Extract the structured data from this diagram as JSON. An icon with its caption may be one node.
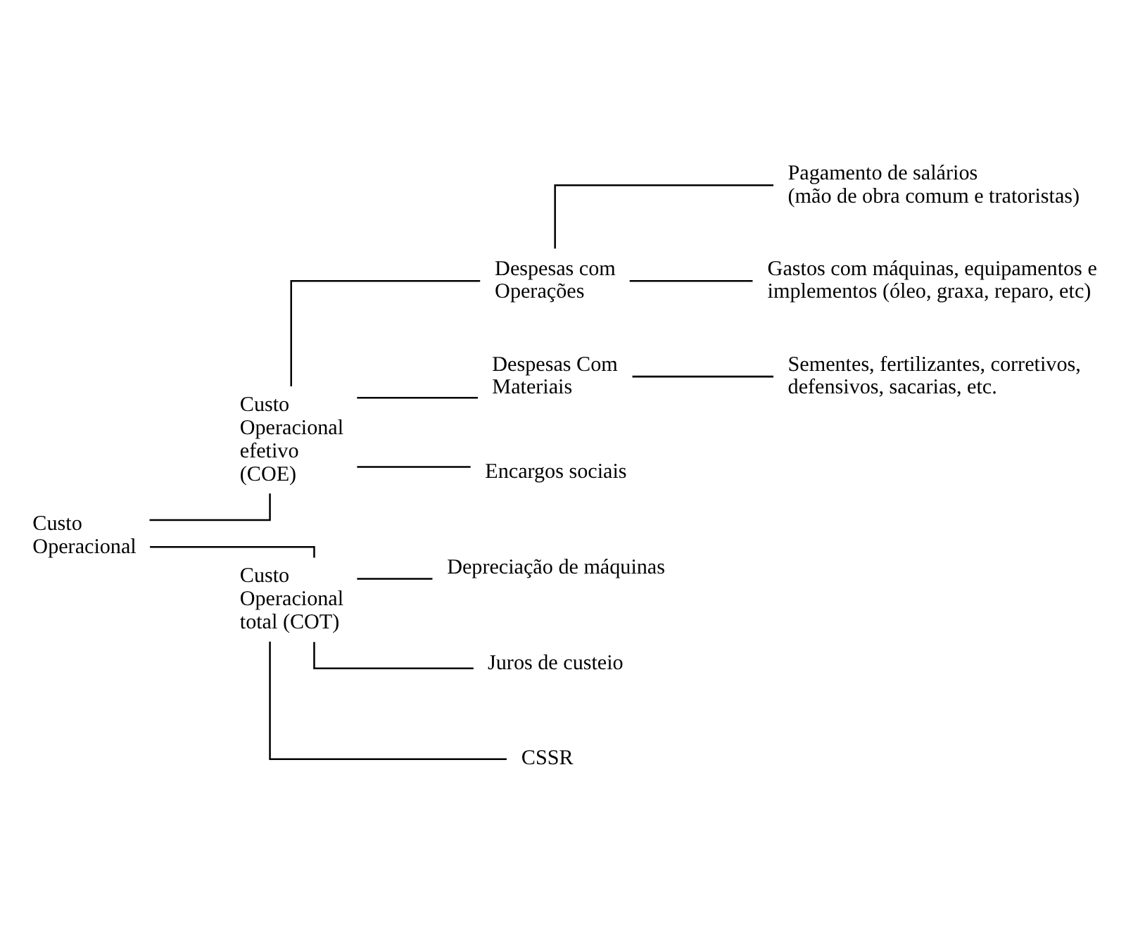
{
  "diagram": {
    "nodes": [
      {
        "text": [
          "Custo Operacional"
        ]
      },
      {
        "text": [
          "Custo Operacional efetivo (COE)"
        ]
      },
      {
        "text": [
          "Custo Operacional total (COT)"
        ]
      },
      {
        "text": [
          "Despesas com Operações"
        ]
      },
      {
        "text": [
          "Despesas Com Materiais"
        ]
      },
      {
        "text": [
          "Encargos sociais"
        ]
      },
      {
        "text": [
          "Pagamento de salários",
          "(mão de obra comum e tratoristas)"
        ]
      },
      {
        "text": [
          "Gastos com máquinas, equipamentos e implementos (óleo, graxa, reparo, etc)"
        ]
      },
      {
        "text": [
          "Sementes, fertilizantes, corretivos, defensivos, sacarias, etc."
        ]
      },
      {
        "text": [
          "Depreciação de máquinas"
        ]
      },
      {
        "text": [
          "Juros de custeio"
        ]
      },
      {
        "text": [
          "CSSR"
        ]
      }
    ],
    "edges": [
      {
        "from": 0,
        "to": 1,
        "arrow": "none"
      },
      {
        "from": 0,
        "to": 2,
        "arrow": "none"
      },
      {
        "from": 1,
        "to": 3,
        "arrow": "none"
      },
      {
        "from": 1,
        "to": 4,
        "arrow": "none"
      },
      {
        "from": 1,
        "to": 5,
        "arrow": "none"
      },
      {
        "from": 3,
        "to": 6,
        "arrow": "none"
      },
      {
        "from": 3,
        "to": 7,
        "arrow": "none"
      },
      {
        "from": 4,
        "to": 8,
        "arrow": "none"
      },
      {
        "from": 2,
        "to": 9,
        "arrow": "none"
      },
      {
        "from": 2,
        "to": 10,
        "arrow": "none"
      },
      {
        "from": 2,
        "to": 11,
        "arrow": "none"
      }
    ]
  }
}
